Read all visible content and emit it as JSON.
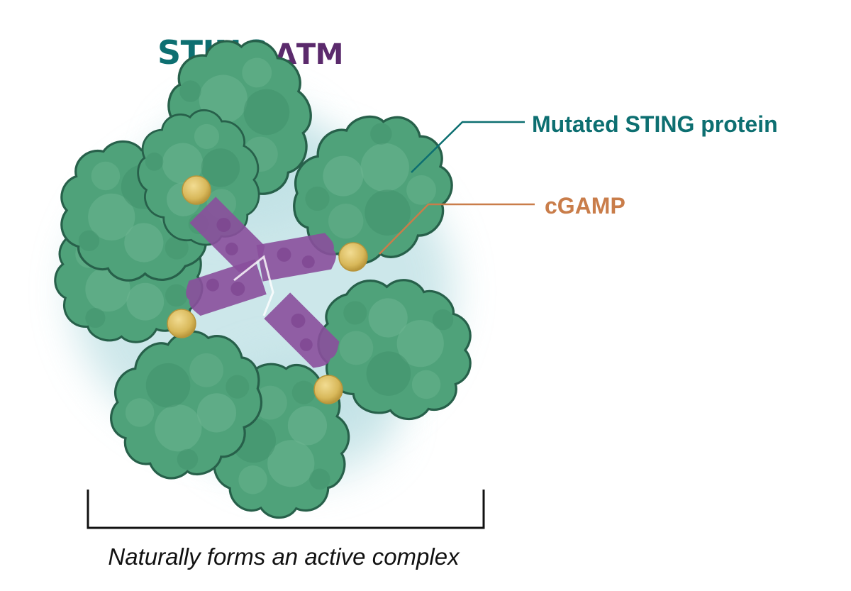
{
  "title": {
    "main": "STING",
    "suffix": "ΔTM"
  },
  "labels": {
    "protein": "Mutated STING protein",
    "ligand": "cGAMP"
  },
  "caption": "Naturally forms an active complex",
  "colors": {
    "teal_text": "#0d6f71",
    "purple_text": "#5b2a6c",
    "cgamp_text": "#c97d4a",
    "protein_fill": "#4fa27a",
    "protein_outline": "#27604a",
    "linker_purple": "#8a4f9c",
    "cgamp_ball": "#d8b85a",
    "glow": "#bcdfe3"
  },
  "icons": {
    "protein": "protein-blob-icon",
    "ligand": "cgamp-sphere-icon"
  }
}
